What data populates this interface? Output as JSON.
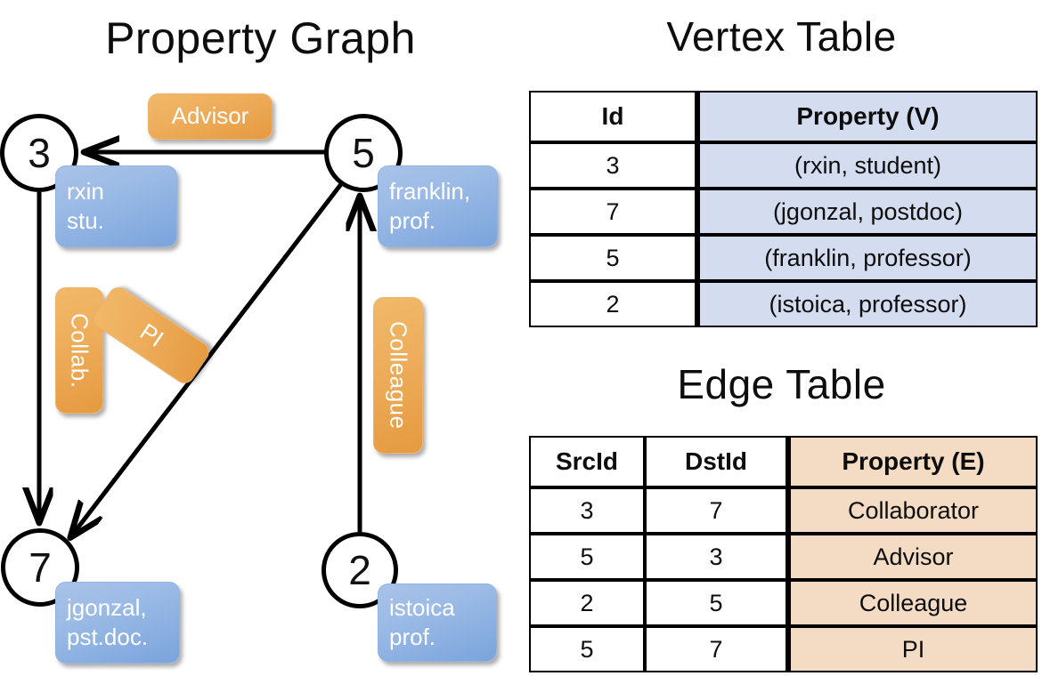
{
  "titles": {
    "property_graph": "Property Graph",
    "vertex_table": "Vertex Table",
    "edge_table": "Edge Table"
  },
  "colors": {
    "vertex_property_fill": "#d4ddf0",
    "edge_property_fill": "#f4dcc4",
    "vertex_box_blue": "#9cbbe6",
    "edge_label_orange": "#eeae5c",
    "stroke": "#000000",
    "background": "#ffffff"
  },
  "graph": {
    "nodes": [
      {
        "id": "3",
        "label": "3",
        "property_lines": [
          "rxin",
          "stu."
        ]
      },
      {
        "id": "5",
        "label": "5",
        "property_lines": [
          "franklin,",
          "prof."
        ]
      },
      {
        "id": "7",
        "label": "7",
        "property_lines": [
          "jgonzal,",
          "pst.doc."
        ]
      },
      {
        "id": "2",
        "label": "2",
        "property_lines": [
          "istoica",
          "prof."
        ]
      }
    ],
    "edge_labels": [
      {
        "id": "advisor",
        "text": "Advisor",
        "orientation": "horizontal"
      },
      {
        "id": "collab",
        "text": "Collab.",
        "orientation": "vertical"
      },
      {
        "id": "pi",
        "text": "PI",
        "orientation": "rotated"
      },
      {
        "id": "colleague",
        "text": "Colleague",
        "orientation": "vertical"
      }
    ]
  },
  "vertex_table": {
    "headers": [
      "Id",
      "Property (V)"
    ],
    "rows": [
      {
        "id": "3",
        "property": "(rxin, student)"
      },
      {
        "id": "7",
        "property": "(jgonzal, postdoc)"
      },
      {
        "id": "5",
        "property": "(franklin, professor)"
      },
      {
        "id": "2",
        "property": "(istoica, professor)"
      }
    ]
  },
  "edge_table": {
    "headers": [
      "SrcId",
      "DstId",
      "Property (E)"
    ],
    "rows": [
      {
        "src": "3",
        "dst": "7",
        "property": "Collaborator"
      },
      {
        "src": "5",
        "dst": "3",
        "property": "Advisor"
      },
      {
        "src": "2",
        "dst": "5",
        "property": "Colleague"
      },
      {
        "src": "5",
        "dst": "7",
        "property": "PI"
      }
    ]
  }
}
